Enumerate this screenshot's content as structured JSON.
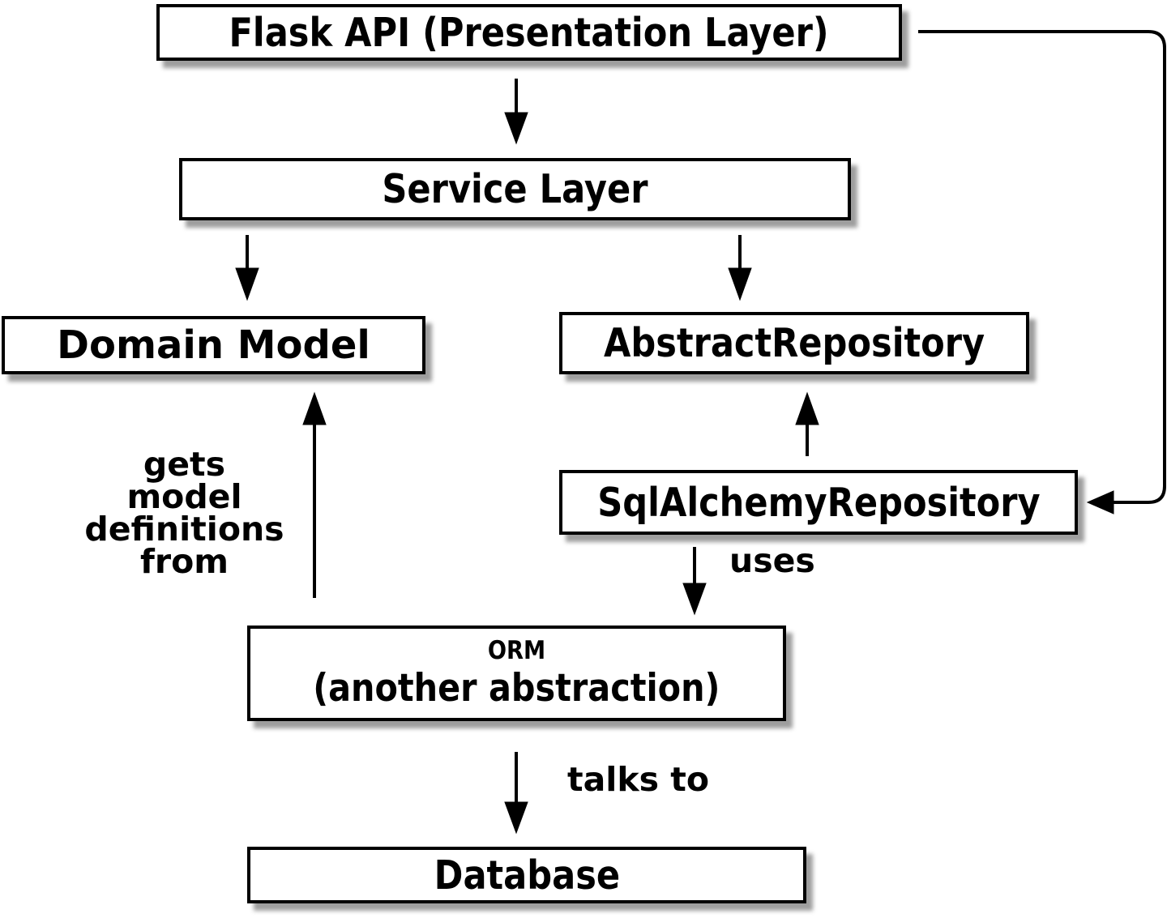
{
  "diagram": {
    "title": "Layered architecture diagram",
    "colors": {
      "background": "#ffffff",
      "box_fill": "#ffffff",
      "box_border": "#000000",
      "text": "#000000",
      "arrow": "#000000",
      "shadow": "#9e9e9e"
    },
    "nodes": [
      {
        "id": "flask_api",
        "label": "Flask API (Presentation Layer)"
      },
      {
        "id": "service_layer",
        "label": "Service Layer"
      },
      {
        "id": "domain_model",
        "label": "Domain Model"
      },
      {
        "id": "abstract_repository",
        "label": "AbstractRepository"
      },
      {
        "id": "sqlalchemy_repository",
        "label": "SqlAlchemyRepository"
      },
      {
        "id": "orm",
        "label_line1": "ORM",
        "label_line2": "(another abstraction)"
      },
      {
        "id": "database",
        "label": "Database"
      }
    ],
    "edges": [
      {
        "from": "flask_api",
        "to": "service_layer",
        "label": ""
      },
      {
        "from": "service_layer",
        "to": "domain_model",
        "label": ""
      },
      {
        "from": "service_layer",
        "to": "abstract_repository",
        "label": ""
      },
      {
        "from": "sqlalchemy_repository",
        "to": "abstract_repository",
        "label": ""
      },
      {
        "from": "orm",
        "to": "domain_model",
        "label": "gets\nmodel\ndefinitions\nfrom"
      },
      {
        "from": "sqlalchemy_repository",
        "to": "orm",
        "label": "uses"
      },
      {
        "from": "orm",
        "to": "database",
        "label": "talks to"
      },
      {
        "from": "flask_api",
        "to": "sqlalchemy_repository",
        "label": ""
      }
    ]
  }
}
